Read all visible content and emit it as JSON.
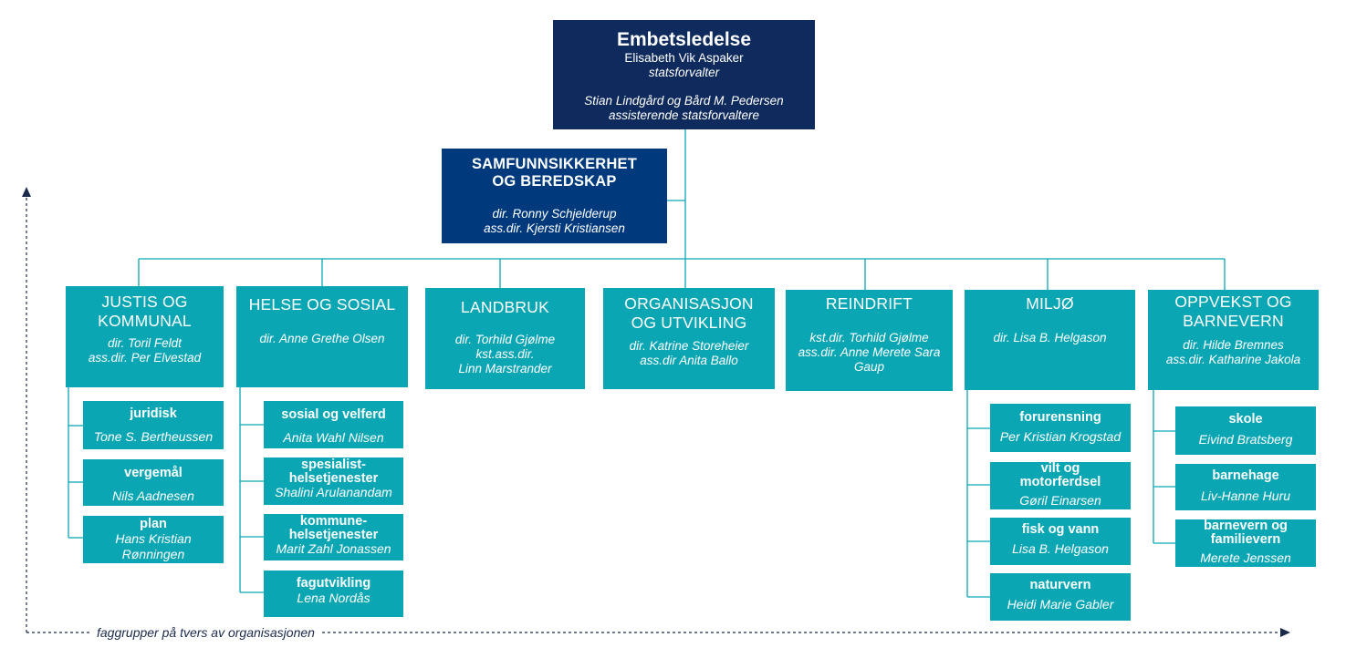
{
  "leadership": {
    "title": "Embetsledelse",
    "name": "Elisabeth Vik Aspaker",
    "role": "statsforvalter",
    "assistants": "Stian Lindgård og Bård M. Pedersen",
    "assistants_role": "assisterende statsforvaltere"
  },
  "samfunn": {
    "title_line1": "SAMFUNNSIKKERHET",
    "title_line2": "OG BEREDSKAP",
    "dir": "dir. Ronny Schjelderup",
    "assdir": "ass.dir. Kjersti Kristiansen"
  },
  "departments": [
    {
      "title_line1": "JUSTIS OG",
      "title_line2": "KOMMUNAL",
      "line1": "dir. Toril Feldt",
      "line2": "ass.dir. Per Elvestad",
      "line3": ""
    },
    {
      "title_line1": "HELSE OG SOSIAL",
      "title_line2": "",
      "line1": "dir. Anne Grethe Olsen",
      "line2": "",
      "line3": ""
    },
    {
      "title_line1": "LANDBRUK",
      "title_line2": "",
      "line1": "dir. Torhild Gjølme",
      "line2": "kst.ass.dir.",
      "line3": "Linn Marstrander"
    },
    {
      "title_line1": "ORGANISASJON",
      "title_line2": "OG UTVIKLING",
      "line1": "dir. Katrine Storeheier",
      "line2": "ass.dir Anita Ballo",
      "line3": ""
    },
    {
      "title_line1": "REINDRIFT",
      "title_line2": "",
      "line1": "kst.dir. Torhild Gjølme",
      "line2": "ass.dir. Anne Merete Sara",
      "line3": "Gaup"
    },
    {
      "title_line1": "MILJØ",
      "title_line2": "",
      "line1": "dir. Lisa B. Helgason",
      "line2": "",
      "line3": ""
    },
    {
      "title_line1": "OPPVEKST OG",
      "title_line2": "BARNEVERN",
      "line1": "dir. Hilde Bremnes",
      "line2": "ass.dir. Katharine Jakola",
      "line3": ""
    }
  ],
  "subunits": {
    "justis": [
      {
        "title": "juridisk",
        "person": "Tone S. Bertheussen"
      },
      {
        "title": "vergemål",
        "person": "Nils Aadnesen"
      },
      {
        "title": "plan",
        "person": "Hans Kristian",
        "person2": "Rønningen"
      }
    ],
    "helse": [
      {
        "title": "sosial og velferd",
        "person": "Anita Wahl Nilsen"
      },
      {
        "title": "spesialist-",
        "title2": "helsetjenester",
        "person": "Shalini Arulanandam"
      },
      {
        "title": "kommune-",
        "title2": "helsetjenester",
        "person": "Marit Zahl Jonassen"
      },
      {
        "title": "fagutvikling",
        "person": "Lena Nordås"
      }
    ],
    "miljo": [
      {
        "title": "forurensning",
        "person": "Per Kristian Krogstad"
      },
      {
        "title": "vilt og",
        "title2": "motorferdsel",
        "person": "Gøril Einarsen"
      },
      {
        "title": "fisk og vann",
        "person": "Lisa B. Helgason"
      },
      {
        "title": "naturvern",
        "person": "Heidi Marie Gabler"
      }
    ],
    "oppvekst": [
      {
        "title": "skole",
        "person": "Eivind Bratsberg"
      },
      {
        "title": "barnehage",
        "person": "Liv-Hanne Huru"
      },
      {
        "title": "barnevern og",
        "title2": "familievern",
        "person": "Merete Jenssen"
      }
    ]
  },
  "footer": {
    "label": "faggrupper på tvers av organisasjonen"
  },
  "colors": {
    "leadership": "#0f2a5c",
    "samfunn": "#003a7d",
    "department": "#0ba6b4",
    "line": "#0ba6b4",
    "arrow": "#1b2a4a"
  }
}
